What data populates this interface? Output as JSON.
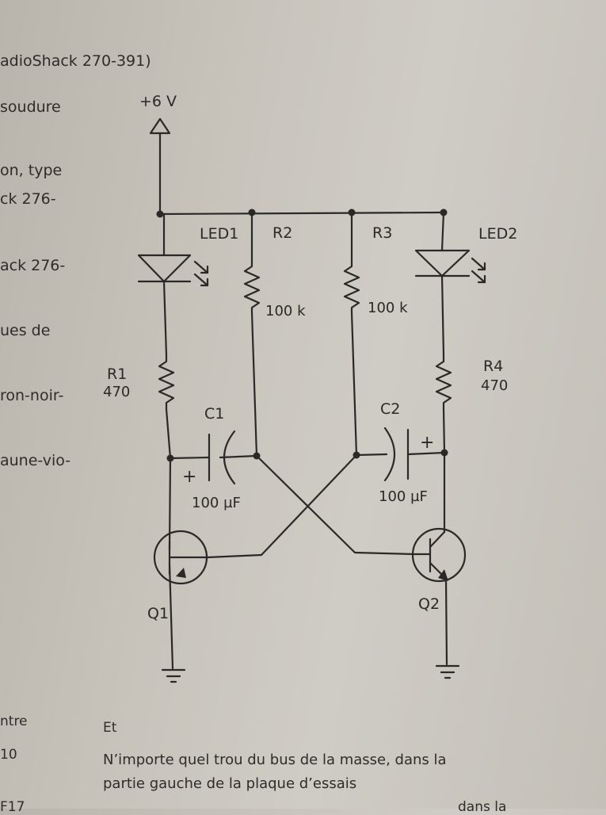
{
  "margin_lines": [
    "adioShack 270-391)",
    "soudure",
    "on, type",
    "ck 276-",
    "ack 276-",
    "ues   de",
    "ron-noir-",
    "aune-vio-",
    "ntre",
    "10",
    "F17"
  ],
  "schematic": {
    "supply": "+6 V",
    "led1": "LED1",
    "led2": "LED2",
    "r1_name": "R1",
    "r1_value": "470",
    "r2_name": "R2",
    "r2_value": "100 k",
    "r3_name": "R3",
    "r3_value": "100 k",
    "r4_name": "R4",
    "r4_value": "470",
    "c1_name": "C1",
    "c1_value": "100 µF",
    "c2_name": "C2",
    "c2_value": "100 µF",
    "q1": "Q1",
    "q2": "Q2",
    "plus_sign": "+"
  },
  "bottom": {
    "label": "Et",
    "line1": "N’importe quel trou du bus de la masse, dans la",
    "line2": "partie gauche de la plaque d’essais",
    "cut_fragment": "dans la"
  }
}
